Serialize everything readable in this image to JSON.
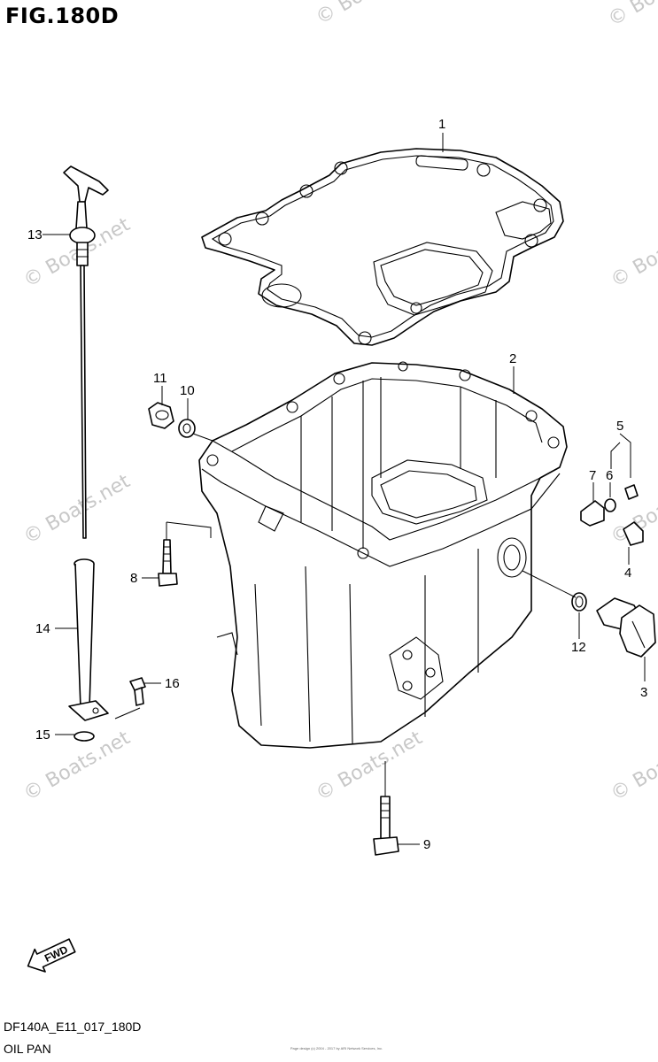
{
  "figure": {
    "title": "FIG.180D",
    "code": "DF140A_E11_017_180D",
    "caption": "OIL PAN"
  },
  "watermark": {
    "text": "© Boats.net",
    "main_text": "© Boats.net"
  },
  "copyright": {
    "text": "Page design (c) 2004 - 2017 by ARI Network Services, Inc."
  },
  "callouts": [
    {
      "id": "1",
      "part": "gasket"
    },
    {
      "id": "2",
      "part": "oil-pan"
    },
    {
      "id": "3",
      "part": "drain-plug"
    },
    {
      "id": "4",
      "part": "plug"
    },
    {
      "id": "5",
      "part": "group"
    },
    {
      "id": "6",
      "part": "o-ring"
    },
    {
      "id": "7",
      "part": "plug"
    },
    {
      "id": "8",
      "part": "bolt"
    },
    {
      "id": "9",
      "part": "bolt"
    },
    {
      "id": "10",
      "part": "washer"
    },
    {
      "id": "11",
      "part": "plug"
    },
    {
      "id": "12",
      "part": "o-ring"
    },
    {
      "id": "13",
      "part": "dipstick"
    },
    {
      "id": "14",
      "part": "dipstick-guide"
    },
    {
      "id": "15",
      "part": "o-ring"
    },
    {
      "id": "16",
      "part": "bolt"
    }
  ],
  "fwd": {
    "label": "FWD"
  },
  "colors": {
    "line": "#000000",
    "watermark": "#c8c8c8",
    "background": "#ffffff"
  }
}
